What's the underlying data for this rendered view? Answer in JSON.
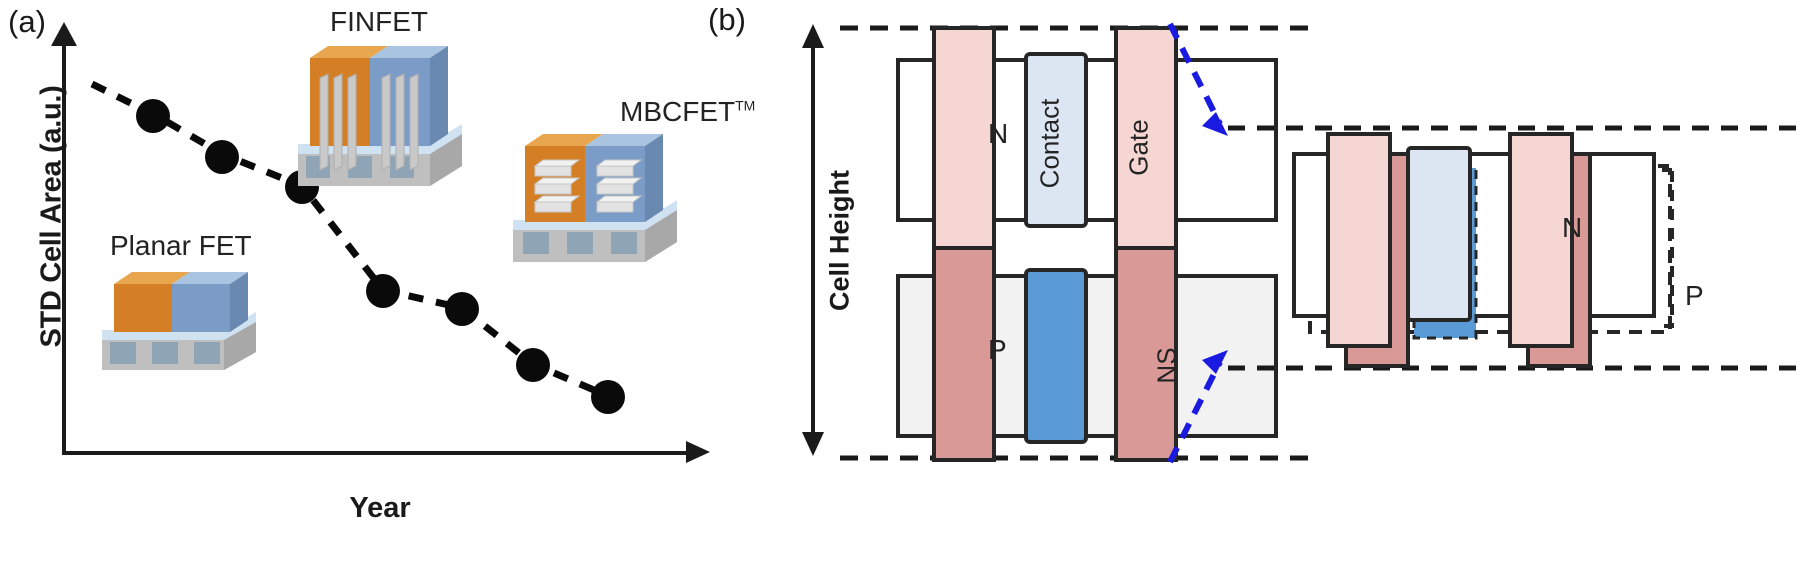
{
  "figure": {
    "panel_a_letter": "(a)",
    "panel_b_letter": "(b)"
  },
  "chart_data": {
    "type": "line",
    "title": "",
    "xlabel": "Year",
    "ylabel": "STD Cell Area (a.u.)",
    "x": [
      1,
      2,
      3,
      4,
      5,
      6,
      7
    ],
    "values": [
      92,
      80,
      71,
      44,
      38,
      26,
      17
    ],
    "ylim": [
      0,
      100
    ],
    "xlim": [
      0,
      8
    ],
    "grid": false,
    "legend": "none",
    "marker": "filled-circle",
    "marker_color": "#0a0a0a",
    "line_style": "dashed",
    "line_color": "#0a0a0a",
    "series": [
      {
        "name": "STD Cell Area",
        "values": [
          92,
          80,
          71,
          44,
          38,
          26,
          17
        ]
      }
    ],
    "annotations": [
      {
        "text": "Planar FET",
        "note": "device illustration label, lower-left"
      },
      {
        "text": "FINFET",
        "note": "device illustration label, top-center"
      },
      {
        "text": "MBCFET",
        "superscript": "TM",
        "note": "device illustration label, upper-right"
      }
    ]
  },
  "panel_a": {
    "axis": {
      "y_label": "STD Cell Area (a.u.)",
      "x_label": "Year"
    },
    "devices": [
      {
        "id": "planar-fet",
        "label": "Planar FET",
        "superscript": ""
      },
      {
        "id": "finfet",
        "label": "FINFET",
        "superscript": ""
      },
      {
        "id": "mbcfet",
        "label": "MBCFET",
        "superscript": "TM"
      }
    ]
  },
  "panel_b": {
    "cell_height_label": "Cell Height",
    "rows": [
      {
        "id": "n-row",
        "label": "N"
      },
      {
        "id": "p-row",
        "label": "P"
      }
    ],
    "stripes": [
      {
        "id": "gate-stripe-left",
        "label": ""
      },
      {
        "id": "contact-stripe",
        "label": "Contact"
      },
      {
        "id": "gate-stripe-right",
        "label": "Gate"
      }
    ],
    "nanosheet_label": "NS",
    "stacked": {
      "rows": [
        {
          "id": "stacked-n",
          "label": "N"
        },
        {
          "id": "stacked-p",
          "label": "P"
        }
      ]
    }
  },
  "colors": {
    "gate_light": "#F6D6D2",
    "gate_dark": "#D99A97",
    "contact_light": "#DCE6F3",
    "contact_blue": "#5B9BD5",
    "nanosheet_fill": "#F2F2F2",
    "outline": "#262626",
    "arrow_blue": "#1A1AE0",
    "device_orange": "#D47F26",
    "device_blue": "#7B9CC6",
    "device_gray": "#C8C8C8",
    "marker": "#0A0A0A"
  }
}
